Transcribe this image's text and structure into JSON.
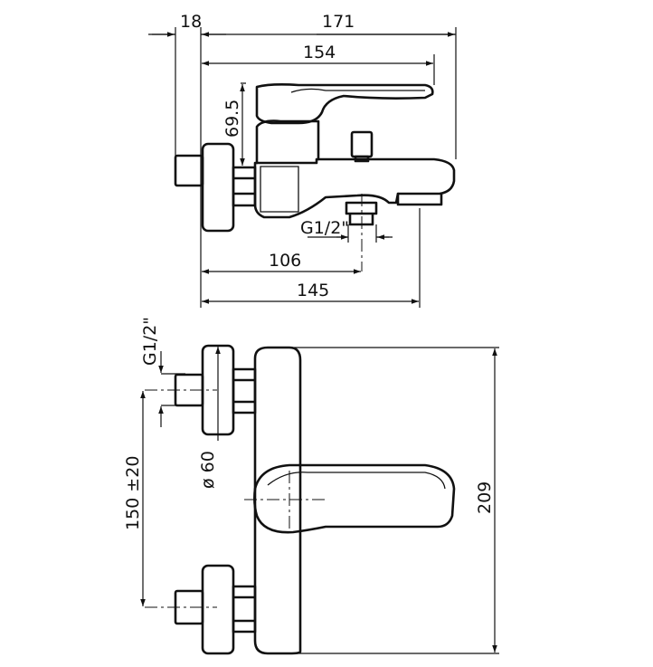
{
  "dimensions": {
    "wall_offset": "18",
    "overall_length": "171",
    "lever_length": "154",
    "height": "69.5",
    "outlet_thread": "G1/2\"",
    "outlet_distance": "106",
    "spout_length": "145",
    "inlet_thread": "G1/2\"",
    "flange_diameter": "ø 60",
    "inlet_spacing": "150 ±20",
    "body_height": "209"
  },
  "colors": {
    "line": "#111111",
    "background": "#ffffff"
  }
}
